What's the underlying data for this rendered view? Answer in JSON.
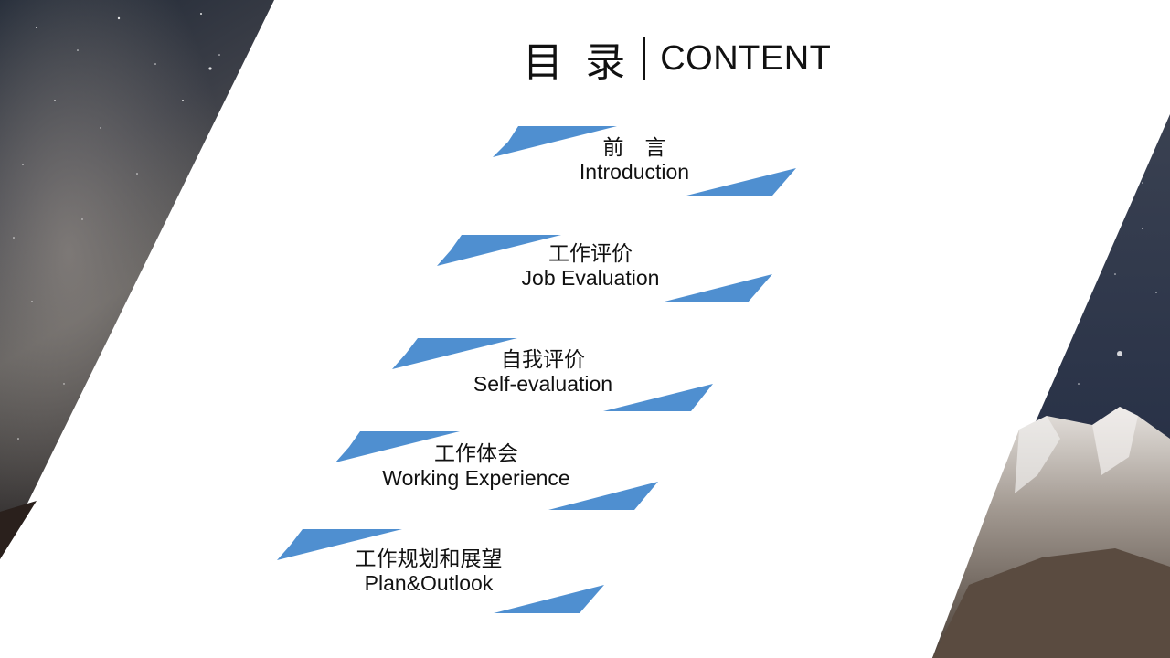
{
  "title": {
    "cn": "目 录",
    "en": "CONTENT"
  },
  "accent_color": "#4f8fd0",
  "items": [
    {
      "cn": "前　言",
      "en": "Introduction"
    },
    {
      "cn": "工作评价",
      "en": "Job Evaluation"
    },
    {
      "cn": "自我评价",
      "en": "Self-evaluation"
    },
    {
      "cn": "工作体会",
      "en": "Working Experience"
    },
    {
      "cn": "工作规划和展望",
      "en": "Plan&Outlook"
    }
  ]
}
